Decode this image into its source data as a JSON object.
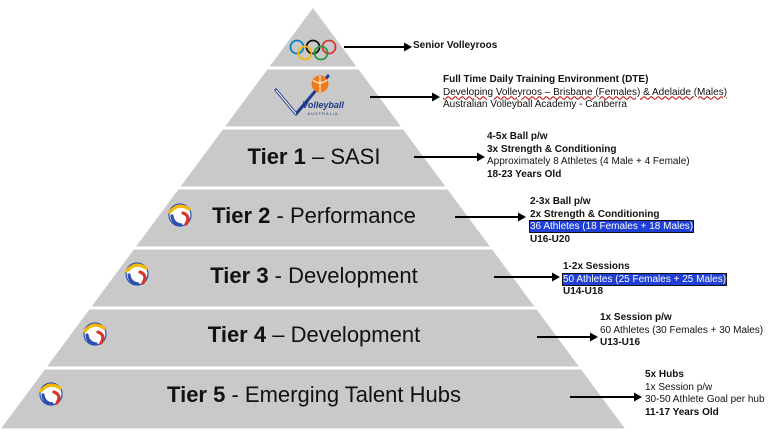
{
  "pyramid": {
    "apex": {
      "senior_label": "Senior Volleyroos"
    },
    "dte": {
      "logo_text": "Volleyball",
      "logo_subtext": "AUSTRALIA",
      "lines": [
        "Full Time Daily Training Environment (DTE)",
        "Developing Volleyroos – Brisbane (Females) & Adelaide (Males)",
        "Australian Volleyball Academy - Canberra"
      ]
    },
    "tiers": [
      {
        "tier": "Tier 1",
        "sep": " – ",
        "name": "SASI",
        "notes": [
          "4-5x Ball p/w",
          "3x Strength & Conditioning",
          "Approximately 8 Athletes (4 Male + 4 Female)",
          "18-23 Years Old"
        ]
      },
      {
        "tier": "Tier 2",
        "sep": " - ",
        "name": "Performance",
        "notes": [
          "2-3x Ball p/w",
          "2x Strength & Conditioning",
          "36 Athletes (18 Females + 18 Males)",
          "U16-U20"
        ]
      },
      {
        "tier": "Tier 3",
        "sep": " - ",
        "name": "Development",
        "notes": [
          "1-2x Sessions",
          "50 Athletes (25 Females + 25 Males)",
          "U14-U18"
        ]
      },
      {
        "tier": "Tier 4",
        "sep": " – ",
        "name": "Development",
        "notes": [
          "1x Session p/w",
          "60 Athletes (30 Females + 30 Males)",
          "U13-U16"
        ]
      },
      {
        "tier": "Tier 5",
        "sep": " - ",
        "name": "Emerging Talent Hubs",
        "notes": [
          "5x Hubs",
          "1x Session p/w",
          "30-50 Athlete Goal per hub",
          "11-17 Years Old"
        ]
      }
    ]
  },
  "colors": {
    "band_fill": "#c9c9c9",
    "band_edge": "#ffffff",
    "arrow": "#000000",
    "highlight": "#1f3fd6",
    "ball_yellow": "#f5b800",
    "ball_red": "#d9342b",
    "ball_blue": "#2d4fb0",
    "logo_orange": "#f07a1a",
    "logo_blue": "#1e3a8c"
  }
}
